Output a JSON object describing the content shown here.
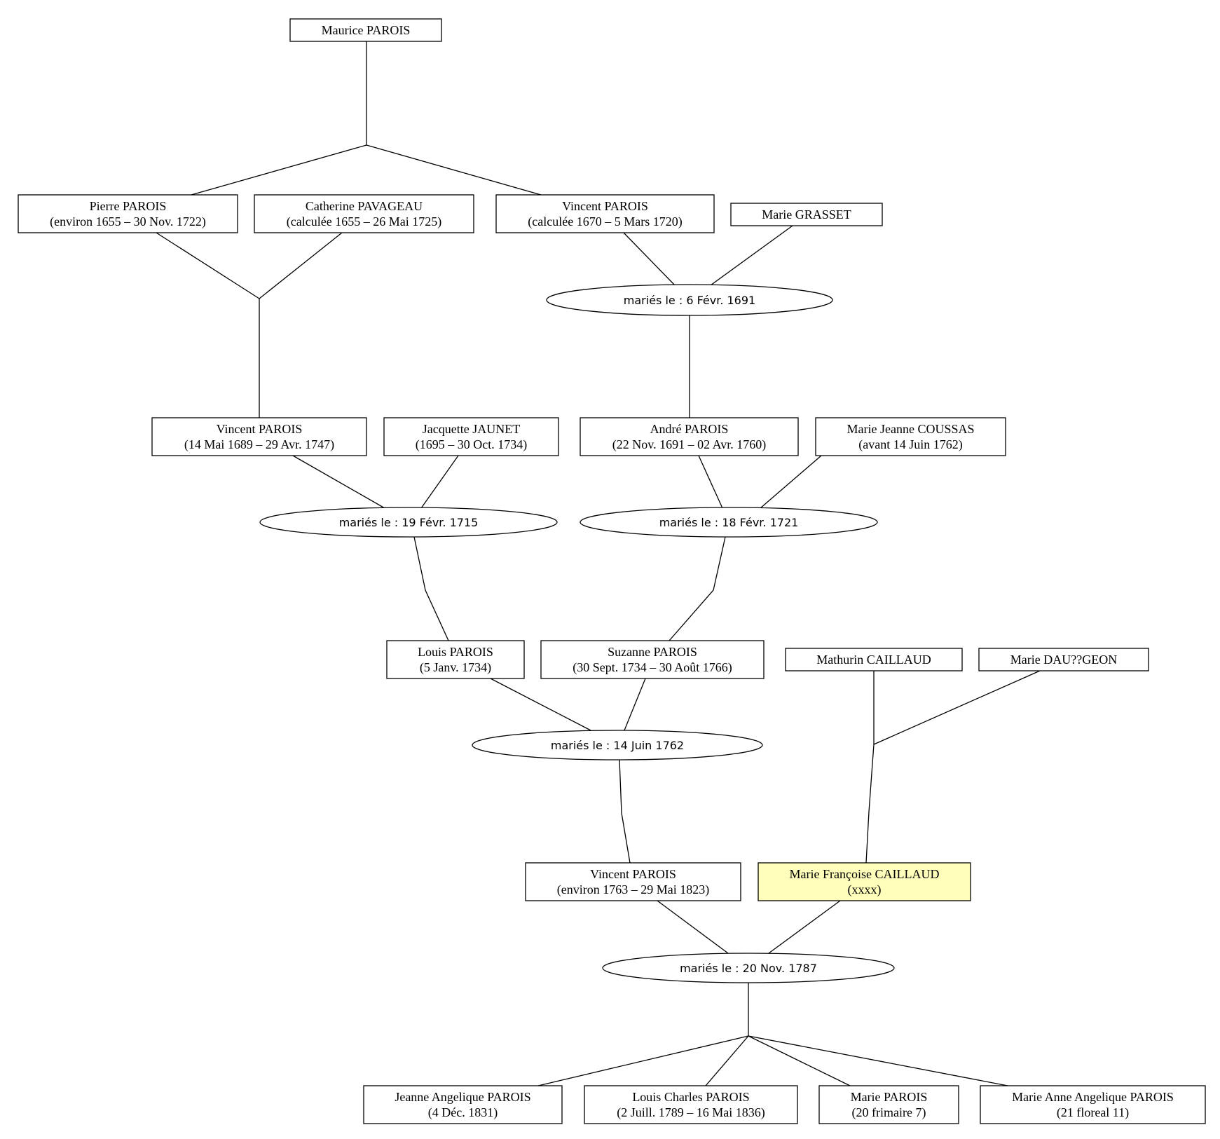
{
  "colors": {
    "box_fill": "#ffffff",
    "highlight_fill": "#ffffbb",
    "line": "#000000"
  },
  "persons": [
    {
      "id": "maurice",
      "name": "Maurice PAROIS",
      "dates": ""
    },
    {
      "id": "pierre",
      "name": "Pierre PAROIS",
      "dates": "(environ 1655 – 30 Nov. 1722)"
    },
    {
      "id": "catherine",
      "name": "Catherine PAVAGEAU",
      "dates": "(calculée 1655 – 26 Mai 1725)"
    },
    {
      "id": "vincent1",
      "name": "Vincent PAROIS",
      "dates": "(calculée 1670 – 5 Mars 1720)"
    },
    {
      "id": "grasset",
      "name": "Marie GRASSET",
      "dates": ""
    },
    {
      "id": "vincent2",
      "name": "Vincent PAROIS",
      "dates": "(14 Mai 1689 – 29 Avr. 1747)"
    },
    {
      "id": "jacquette",
      "name": "Jacquette JAUNET",
      "dates": "(1695 – 30 Oct. 1734)"
    },
    {
      "id": "andre",
      "name": "André PAROIS",
      "dates": "(22 Nov. 1691 – 02 Avr. 1760)"
    },
    {
      "id": "coussas",
      "name": "Marie Jeanne COUSSAS",
      "dates": "(avant 14 Juin 1762)"
    },
    {
      "id": "louis",
      "name": "Louis PAROIS",
      "dates": "(5 Janv. 1734)"
    },
    {
      "id": "suzanne",
      "name": "Suzanne PAROIS",
      "dates": "(30 Sept. 1734 – 30 Août 1766)"
    },
    {
      "id": "mathurin",
      "name": "Mathurin CAILLAUD",
      "dates": ""
    },
    {
      "id": "daugeon",
      "name": "Marie DAU??GEON",
      "dates": ""
    },
    {
      "id": "vincent3",
      "name": "Vincent PAROIS",
      "dates": "(environ 1763 – 29 Mai 1823)"
    },
    {
      "id": "mfcaillaud",
      "name": "Marie Françoise CAILLAUD",
      "dates": "(xxxx)",
      "highlight": true
    },
    {
      "id": "jeanne",
      "name": "Jeanne Angelique PAROIS",
      "dates": "(4 Déc. 1831)"
    },
    {
      "id": "louischarles",
      "name": "Louis Charles PAROIS",
      "dates": "(2 Juill. 1789 – 16 Mai 1836)"
    },
    {
      "id": "marie",
      "name": "Marie PAROIS",
      "dates": "(20 frimaire 7)"
    },
    {
      "id": "marieanne",
      "name": "Marie Anne Angelique PAROIS",
      "dates": "(21 floreal 11)"
    }
  ],
  "marriages": [
    {
      "id": "m1691",
      "label": "mariés le : 6 Févr. 1691"
    },
    {
      "id": "m1715",
      "label": "mariés le : 19 Févr. 1715"
    },
    {
      "id": "m1721",
      "label": "mariés le : 18 Févr. 1721"
    },
    {
      "id": "m1762",
      "label": "mariés le : 14 Juin 1762"
    },
    {
      "id": "m1787",
      "label": "mariés le : 20 Nov. 1787"
    }
  ]
}
